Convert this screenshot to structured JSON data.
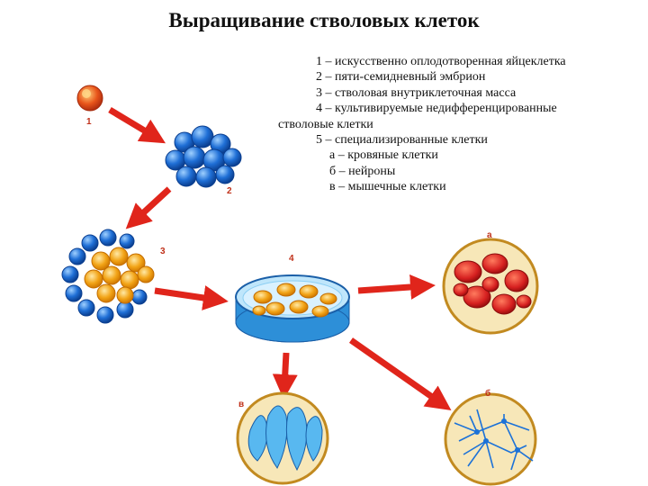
{
  "title": "Выращивание стволовых клеток",
  "legend": [
    "1 – искусственно оплодотворенная яйцеклетка",
    "2 – пяти-семидневный эмбрион",
    "3 – стволовая внутриклеточная масса",
    "4 – культивируемые недифференцированные",
    "стволовые клетки",
    "5 – специализированные клетки",
    "а – кровяные клетки",
    "б – нейроны",
    "в – мышечные клетки"
  ],
  "labels": {
    "n1": "1",
    "n2": "2",
    "n3": "3",
    "n4": "4",
    "na": "а",
    "nb": "в",
    "nc": "б"
  },
  "colors": {
    "arrow": "#e0251b",
    "egg": "#e8541a",
    "embryo": "#1f6fd6",
    "stem": "#f2a417",
    "dish": "#5ab3e8",
    "blood": "#d62020",
    "muscle": "#58b8f0",
    "neuron": "#1c72d8",
    "circle_fill": "#f7e7b8"
  }
}
